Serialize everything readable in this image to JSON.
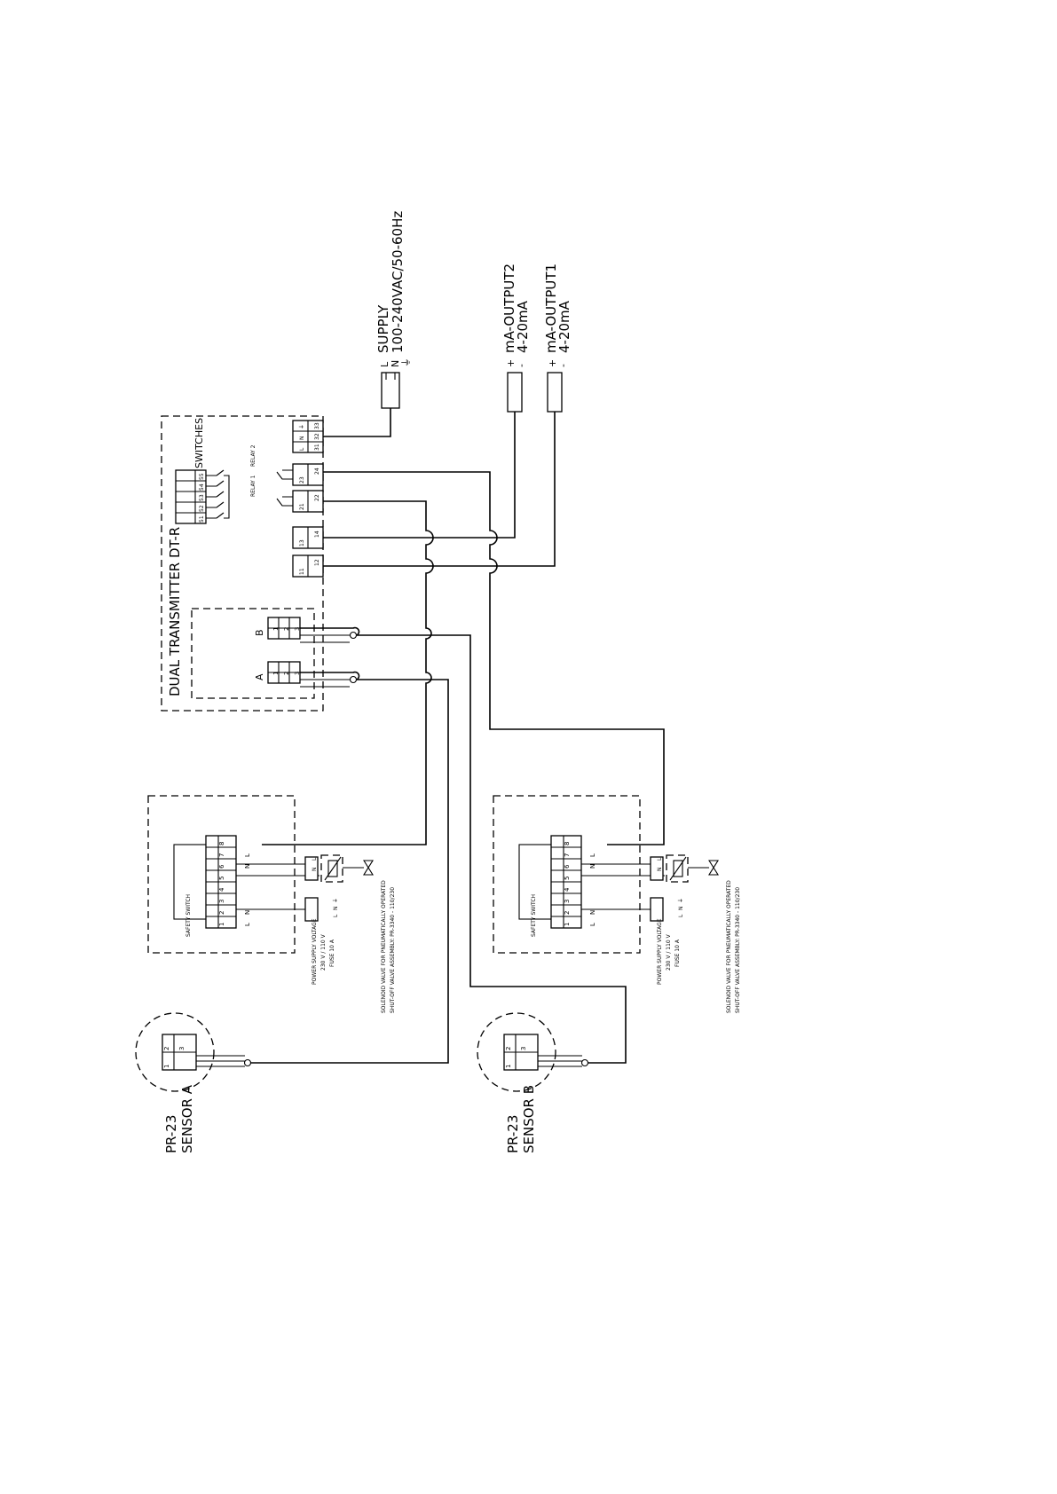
{
  "transmitter": {
    "title": "DUAL TRANSMITTER DT-R",
    "input_a": "A",
    "input_b": "B",
    "switches_label": "SWITCHES",
    "switch_terminals": [
      "51",
      "52",
      "53",
      "54",
      "55"
    ],
    "relay1_label": "RELAY 1",
    "relay2_label": "RELAY 2",
    "terminals": {
      "t11": "11",
      "t12": "12",
      "t13": "13",
      "t14": "14",
      "t21": "21",
      "t22": "22",
      "t23": "23",
      "t24": "24",
      "t31": "31",
      "t32": "32",
      "t33": "33"
    },
    "supply_terms": [
      "L",
      "N",
      "⏚"
    ],
    "sensor_terms": [
      "1",
      "2",
      "3"
    ]
  },
  "supply": {
    "label": "SUPPLY",
    "spec": "100-240VAC/50-60Hz",
    "lines": [
      "L",
      "N",
      "⏚"
    ]
  },
  "output2": {
    "plus": "+",
    "minus": "-",
    "label": "mA-OUTPUT2",
    "range": "4-20mA"
  },
  "output1": {
    "plus": "+",
    "minus": "-",
    "label": "mA-OUTPUT1",
    "range": "4-20mA"
  },
  "control_box": {
    "safety_switch": "SAFETY SWITCH",
    "terminal_numbers": [
      "1",
      "2",
      "3",
      "4",
      "5",
      "6",
      "7",
      "8"
    ],
    "labels": [
      "L",
      "N",
      "N",
      "L"
    ],
    "power_supply": [
      "POWER SUPPLY VOLTAGE",
      "230 V / 110 V",
      "FUSE 10 A"
    ],
    "valve_terms": [
      "L",
      "N",
      "⏚"
    ],
    "valve_in_terms": [
      "N",
      "L"
    ],
    "solenoid": [
      "SOLENOID VALVE FOR PNEUMATICALLY OPERATED",
      "SHUT-OFF VALVE ASSEMBLY: PR-3340 - 110/230"
    ]
  },
  "sensor_a": {
    "model": "PR-23",
    "name": "SENSOR A",
    "terms": [
      "1",
      "2",
      "3"
    ]
  },
  "sensor_b": {
    "model": "PR-23",
    "name": "SENSOR B",
    "terms": [
      "1",
      "2",
      "3"
    ]
  }
}
